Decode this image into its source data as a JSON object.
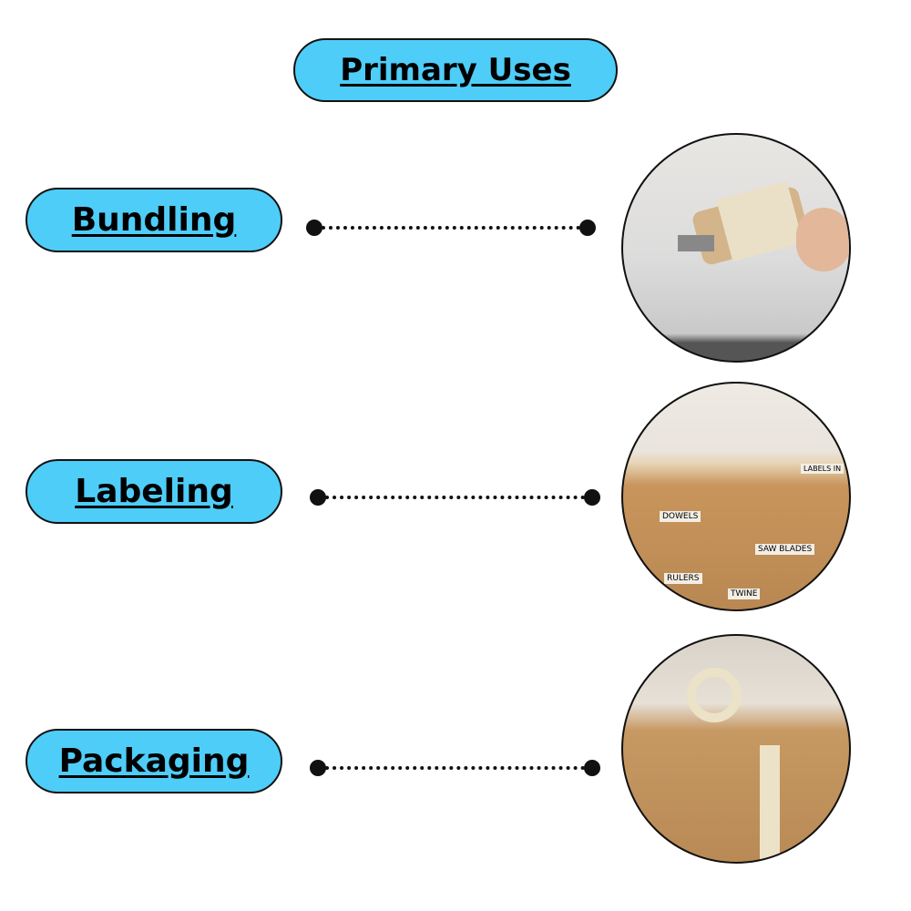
{
  "title": "Primary Uses",
  "accent_color": "#4ecdf8",
  "items": [
    {
      "label": "Bundling",
      "image": "hand-taping-wooden-dowels-and-twine-bundle"
    },
    {
      "label": "Labeling",
      "image": "hand-writing-labels-on-workshop-drawers"
    },
    {
      "label": "Packaging",
      "image": "hands-sealing-cardboard-box-with-tape"
    }
  ],
  "photo_labels": [
    "DOWELS",
    "SAW BLADES",
    "RULERS",
    "TWINE",
    "LABELS IN"
  ]
}
